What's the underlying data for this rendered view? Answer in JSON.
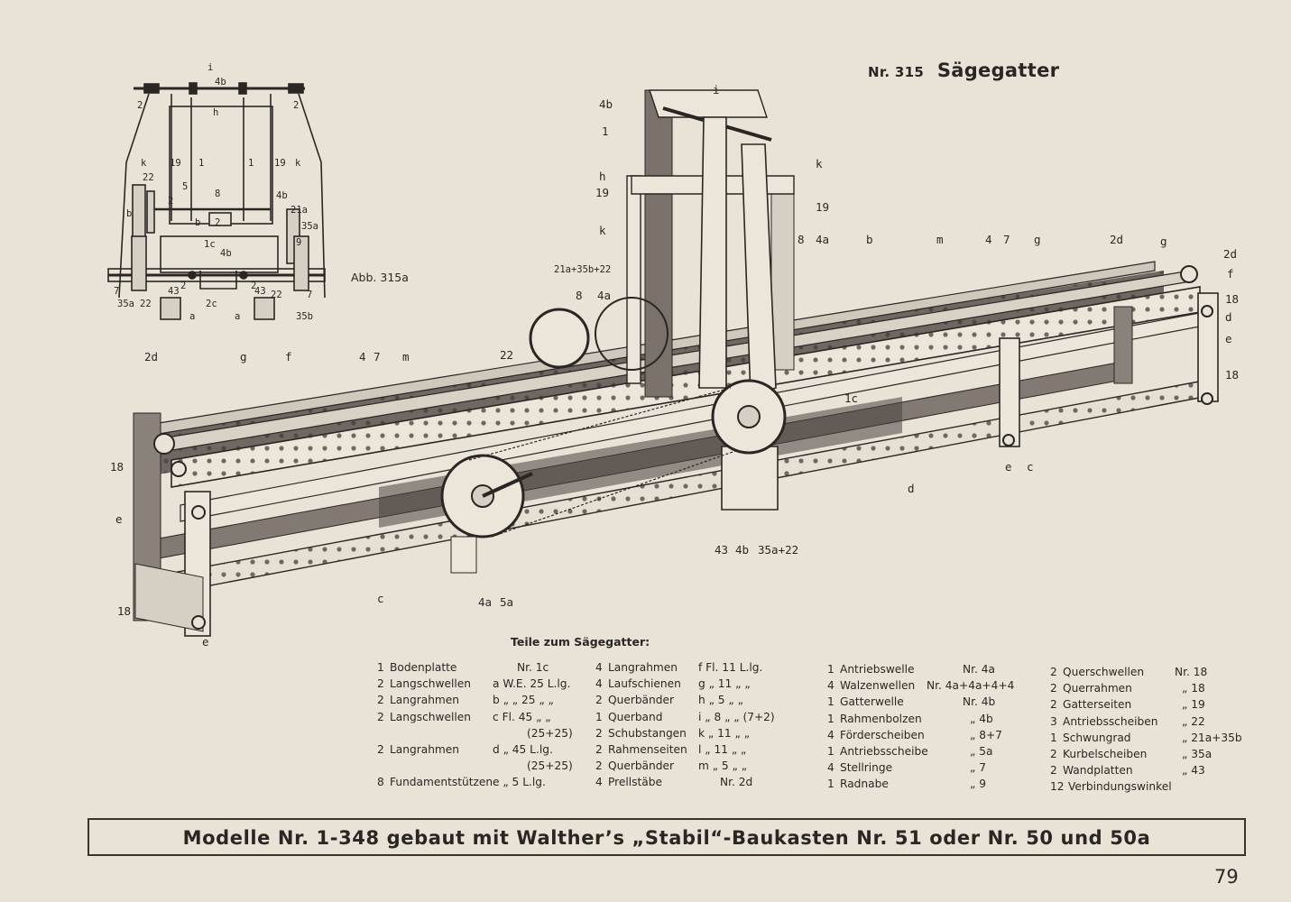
{
  "title": {
    "number": "Nr. 315",
    "name": "Sägegatter"
  },
  "figure_caption": "Abb. 315a",
  "small_diagram_labels": [
    "i",
    "4b",
    "2",
    "2",
    "h",
    "k",
    "19",
    "1",
    "1",
    "19",
    "k",
    "22",
    "5",
    "8",
    "4b",
    "2",
    "b",
    "2",
    "b",
    "21a",
    "35a",
    "1c",
    "4b",
    "9",
    "7",
    "35a",
    "22",
    "43",
    "2",
    "2c",
    "2",
    "43",
    "22",
    "7",
    "35b",
    "a",
    "a"
  ],
  "main_diagram_labels": [
    "4b",
    "i",
    "1",
    "k",
    "h",
    "19",
    "19",
    "k",
    "21a+35b+22",
    "8",
    "4a",
    "22",
    "2d",
    "g",
    "f",
    "4",
    "7",
    "m",
    "18",
    "e",
    "18",
    "c",
    "e",
    "4a",
    "5a",
    "43",
    "4b",
    "35a+22",
    "d",
    "e",
    "c",
    "1c",
    "8",
    "4a",
    "b",
    "m",
    "4",
    "7",
    "g",
    "2d",
    "g",
    "2d",
    "f",
    "18",
    "d",
    "e",
    "18"
  ],
  "parts_heading": "Teile zum Sägegatter:",
  "parts_columns": [
    [
      {
        "qty": "1",
        "name": "Bodenplatte",
        "code": "Nr. 1c"
      },
      {
        "qty": "2",
        "name": "Langschwellen",
        "code": "a W.E. 25 L.lg."
      },
      {
        "qty": "2",
        "name": "Langrahmen",
        "code": "b „ „ 25 „ „"
      },
      {
        "qty": "2",
        "name": "Langschwellen",
        "code": "c  Fl. 45 „ „"
      },
      {
        "qty": "",
        "name": "",
        "code": "(25+25)"
      },
      {
        "qty": "2",
        "name": "Langrahmen",
        "code": "d  „ 45 L.lg."
      },
      {
        "qty": "",
        "name": "",
        "code": "(25+25)"
      },
      {
        "qty": "8",
        "name": "Fundamentstützen",
        "code": "e  „  5 L.lg."
      }
    ],
    [
      {
        "qty": "4",
        "name": "Langrahmen",
        "code": "f  Fl. 11 L.lg."
      },
      {
        "qty": "4",
        "name": "Laufschienen",
        "code": "g  „ 11 „ „"
      },
      {
        "qty": "2",
        "name": "Querbänder",
        "code": "h  „  5 „ „"
      },
      {
        "qty": "1",
        "name": "Querband",
        "code": "i  „  8 „ „ (7+2)"
      },
      {
        "qty": "2",
        "name": "Schubstangen",
        "code": "k  „ 11 „ „"
      },
      {
        "qty": "2",
        "name": "Rahmenseiten",
        "code": "l  „ 11 „ „"
      },
      {
        "qty": "2",
        "name": "Querbänder",
        "code": "m  „  5 „ „"
      },
      {
        "qty": "4",
        "name": "Prellstäbe",
        "code": "Nr. 2d"
      }
    ],
    [
      {
        "qty": "1",
        "name": "Antriebswelle",
        "code": "Nr. 4a"
      },
      {
        "qty": "4",
        "name": "Walzenwellen",
        "code": "Nr. 4a+4a+4+4"
      },
      {
        "qty": "1",
        "name": "Gatterwelle",
        "code": "Nr. 4b"
      },
      {
        "qty": "1",
        "name": "Rahmenbolzen",
        "code": "„  4b"
      },
      {
        "qty": "4",
        "name": "Förderscheiben",
        "code": "„  8+7"
      },
      {
        "qty": "1",
        "name": "Antriebsscheibe",
        "code": "„  5a"
      },
      {
        "qty": "4",
        "name": "Stellringe",
        "code": "„  7"
      },
      {
        "qty": "1",
        "name": "Radnabe",
        "code": "„  9"
      }
    ],
    [
      {
        "qty": "2",
        "name": "Querschwellen",
        "code": "Nr. 18"
      },
      {
        "qty": "2",
        "name": "Querrahmen",
        "code": "„ 18"
      },
      {
        "qty": "2",
        "name": "Gatterseiten",
        "code": "„ 19"
      },
      {
        "qty": "3",
        "name": "Antriebsscheiben",
        "code": "„ 22"
      },
      {
        "qty": "1",
        "name": "Schwungrad",
        "code": "„ 21a+35b"
      },
      {
        "qty": "2",
        "name": "Kurbelscheiben",
        "code": "„ 35a"
      },
      {
        "qty": "2",
        "name": "Wandplatten",
        "code": "„ 43"
      },
      {
        "qty": "12",
        "name": "Verbindungswinkel",
        "code": ""
      }
    ]
  ],
  "banner": "Modelle Nr. 1-348 gebaut mit Walther’s „Stabil“-Baukasten Nr. 51 oder Nr. 50 und 50a",
  "page_number": "79"
}
